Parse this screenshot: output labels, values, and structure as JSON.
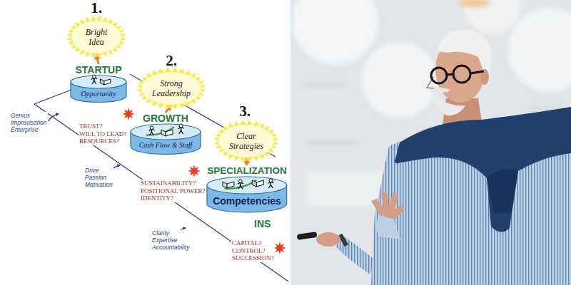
{
  "diagram": {
    "nodes": [
      {
        "text": [
          "Bright Idea"
        ]
      },
      {
        "text": [
          "STARTUP",
          "Opportunity"
        ]
      },
      {
        "text": [
          "Strong Leadership"
        ]
      },
      {
        "text": [
          "GROWTH",
          "Cash Flow & Staff"
        ]
      },
      {
        "text": [
          "Clear Strategies"
        ]
      },
      {
        "text": [
          "SPECIALIZATION",
          "Competencies"
        ]
      }
    ],
    "edges": [
      {
        "from": 1,
        "to": 0,
        "arrow": "to"
      },
      {
        "from": 3,
        "to": 2,
        "arrow": "to"
      },
      {
        "from": 5,
        "to": 4,
        "arrow": "to"
      }
    ],
    "labels": [
      "1.",
      "2.",
      "3.",
      "INS",
      "Genius Improvisation Enterprise",
      "Drive Passion Motivation",
      "Clarity Expertise Accountability",
      "TRUST? WILL TO LEAD? RESOURCES?",
      "SUSTAINABILITY? POSITIONAL POWER? IDENTITY?",
      "CAPITAL? CONTROL? SUCCESSION?"
    ]
  }
}
